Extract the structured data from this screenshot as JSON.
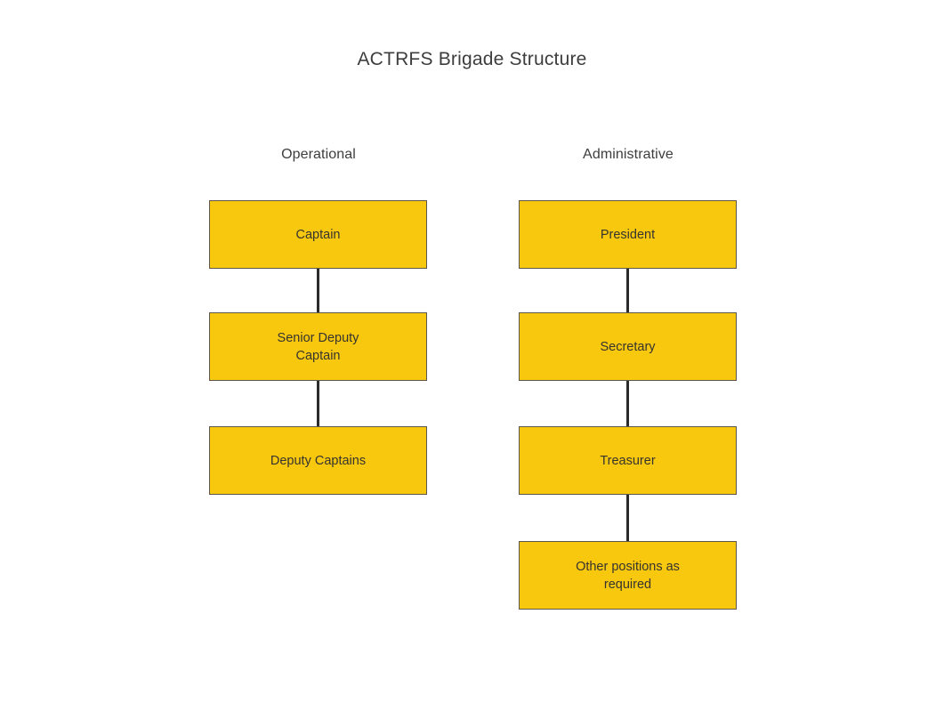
{
  "chart_data": {
    "type": "diagram",
    "diagram_type": "organizational-chart",
    "title": "ACTRFS Brigade Structure",
    "background_color": "#ffffff",
    "node_fill_color": "#f8c80e",
    "node_border_color": "#5d5649",
    "connector_color": "#2b2b2b",
    "text_color": "#363330",
    "title_color": "#3d3d3d",
    "columns": [
      {
        "id": "operational",
        "header": "Operational",
        "nodes": [
          {
            "label": "Captain",
            "level": 1
          },
          {
            "label": "Senior Deputy\nCaptain",
            "level": 2
          },
          {
            "label": "Deputy Captains",
            "level": 3
          }
        ],
        "edges": [
          {
            "from": "Captain",
            "to": "Senior Deputy Captain"
          },
          {
            "from": "Senior Deputy Captain",
            "to": "Deputy Captains"
          }
        ]
      },
      {
        "id": "administrative",
        "header": "Administrative",
        "nodes": [
          {
            "label": "President",
            "level": 1
          },
          {
            "label": "Secretary",
            "level": 2
          },
          {
            "label": "Treasurer",
            "level": 3
          },
          {
            "label": "Other positions as\nrequired",
            "level": 4
          }
        ],
        "edges": [
          {
            "from": "President",
            "to": "Secretary"
          },
          {
            "from": "Secretary",
            "to": "Treasurer"
          },
          {
            "from": "Treasurer",
            "to": "Other positions as required"
          }
        ]
      }
    ]
  }
}
